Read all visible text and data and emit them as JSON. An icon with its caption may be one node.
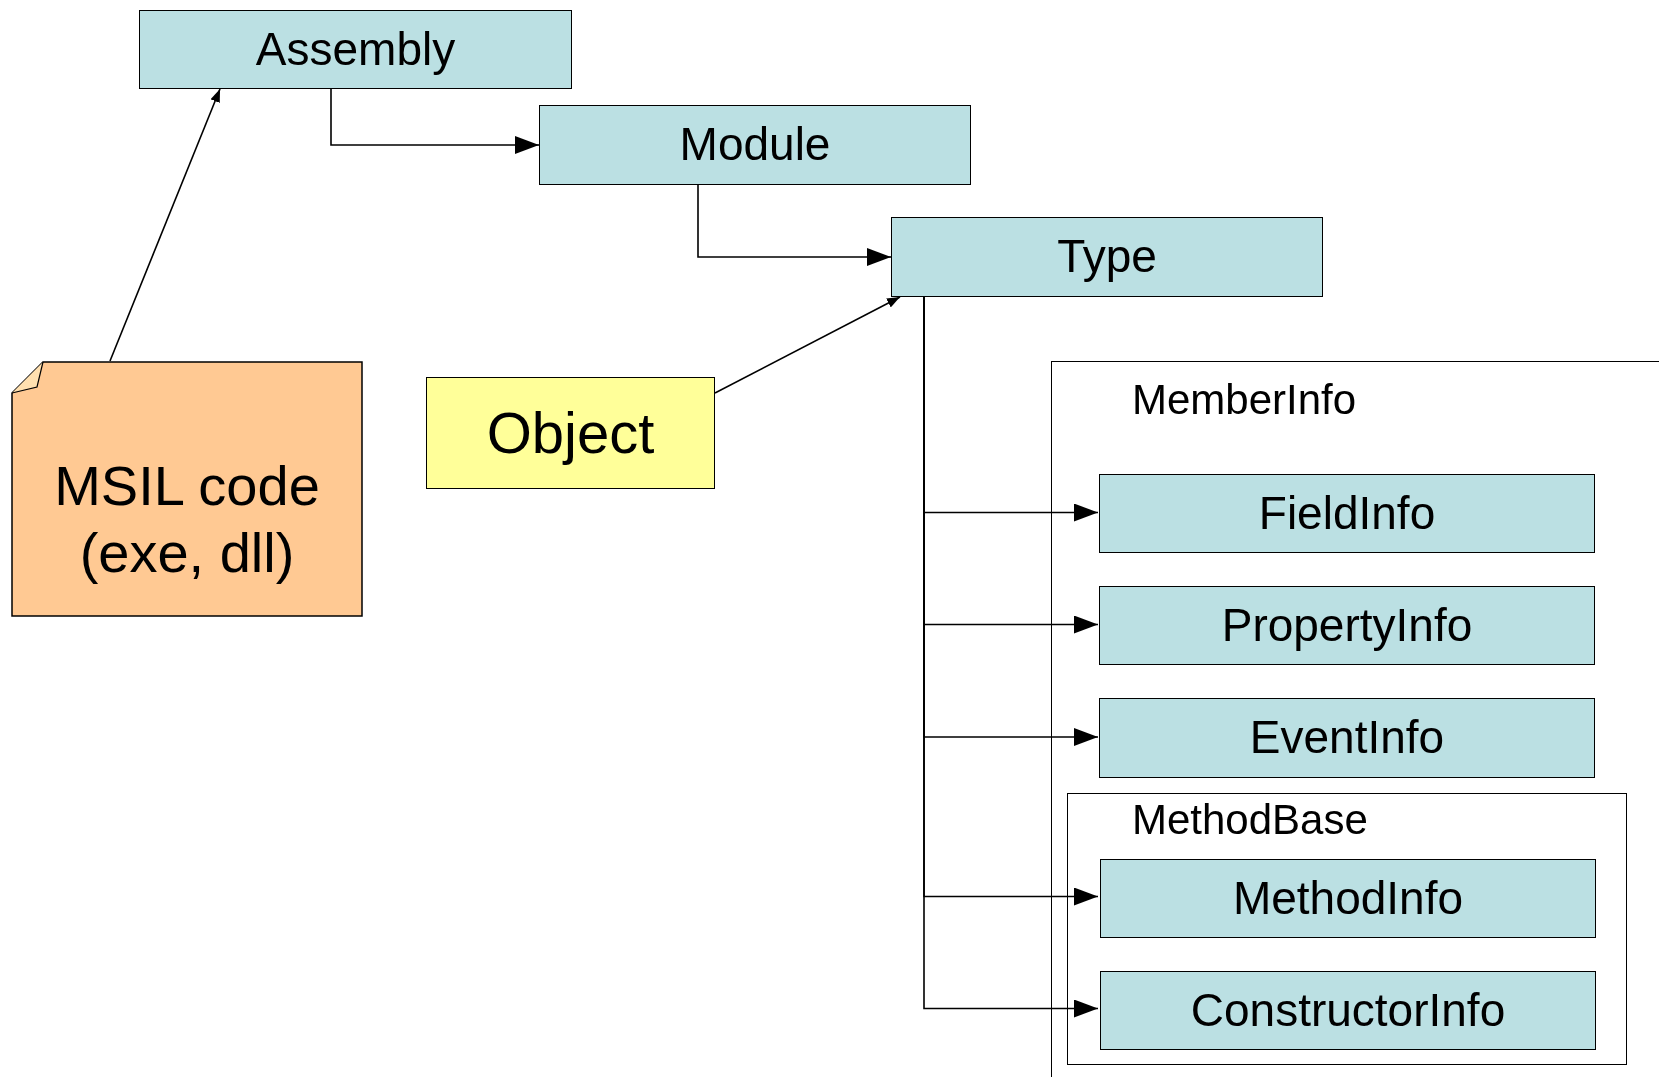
{
  "diagram": {
    "nodes": [
      {
        "text": [
          "Assembly"
        ]
      },
      {
        "text": [
          "Module"
        ]
      },
      {
        "text": [
          "Type"
        ]
      },
      {
        "text": [
          "MSIL code (exe, dll)"
        ]
      },
      {
        "text": [
          "Object"
        ]
      },
      {
        "text": [
          "MemberInfo"
        ]
      },
      {
        "text": [
          "FieldInfo"
        ],
        "in": 5
      },
      {
        "text": [
          "PropertyInfo"
        ],
        "in": 5
      },
      {
        "text": [
          "EventInfo"
        ],
        "in": 5
      },
      {
        "text": [
          "MethodBase"
        ],
        "in": 5
      },
      {
        "text": [
          "MethodInfo"
        ],
        "in": 9
      },
      {
        "text": [
          "ConstructorInfo"
        ],
        "in": 9
      }
    ],
    "edges": [
      {
        "from": 0,
        "to": 1,
        "arrow": "to"
      },
      {
        "from": 1,
        "to": 2,
        "arrow": "to"
      },
      {
        "from": 3,
        "to": 0,
        "arrow": "to"
      },
      {
        "from": 4,
        "to": 2,
        "arrow": "to"
      },
      {
        "from": 2,
        "to": 6,
        "arrow": "to"
      },
      {
        "from": 2,
        "to": 7,
        "arrow": "to"
      },
      {
        "from": 2,
        "to": 8,
        "arrow": "to"
      },
      {
        "from": 2,
        "to": 10,
        "arrow": "to"
      },
      {
        "from": 2,
        "to": 11,
        "arrow": "to"
      }
    ]
  }
}
